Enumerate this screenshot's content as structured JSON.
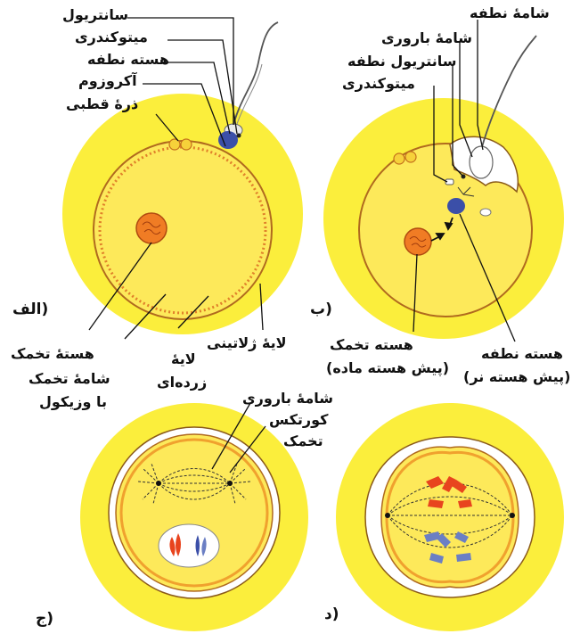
{
  "panels": {
    "a": "(الف",
    "b": "(ب",
    "c": "(ج",
    "d": "(د"
  },
  "labels": {
    "centriole": "سانتریول",
    "mitochondria": "میتوکندری",
    "sperm_nucleus": "هسته نطفه",
    "acrosome": "آکروزوم",
    "polar_body": "ذرهٔ قطبی",
    "sperm_membrane": "شامهٔ نطفه",
    "fertilization_membrane_b": "شامهٔ باروری",
    "sperm_centriole": "سانتریول نطفه",
    "mitochondria_b": "میتوکندری",
    "egg_nucleus_a": "هستهٔ تخمک",
    "egg_membrane_line1": "شامهٔ تخمک",
    "egg_membrane_line2": "با وزیکول",
    "yolk_layer_line1": "لایهٔ",
    "yolk_layer_line2": "زرده‌ای",
    "jelly_layer": "لایهٔ ژلاتینی",
    "egg_nucleus_b_line1": "هسته تخمک",
    "egg_nucleus_b_line2": "(پیش هسته ماده)",
    "sperm_nucleus_b_line1": "هسته نطفه",
    "sperm_nucleus_b_line2": "(پیش هسته نر)",
    "fertilization_membrane_c": "شامهٔ باروری",
    "egg_cortex_line1": "کورتکس",
    "egg_cortex_line2": "تخمک"
  },
  "colors": {
    "jelly": "#fbee3c",
    "jelly_light": "#fcf37a",
    "cytoplasm": "#fde95a",
    "cortex": "#f0a12e",
    "membrane": "#b06a1e",
    "nucleus": "#f07c24",
    "sperm_head": "#3b4fa8",
    "chrom_red": "#e8441e",
    "chrom_blue": "#6b7fc4",
    "white": "#ffffff",
    "line": "#111111"
  }
}
